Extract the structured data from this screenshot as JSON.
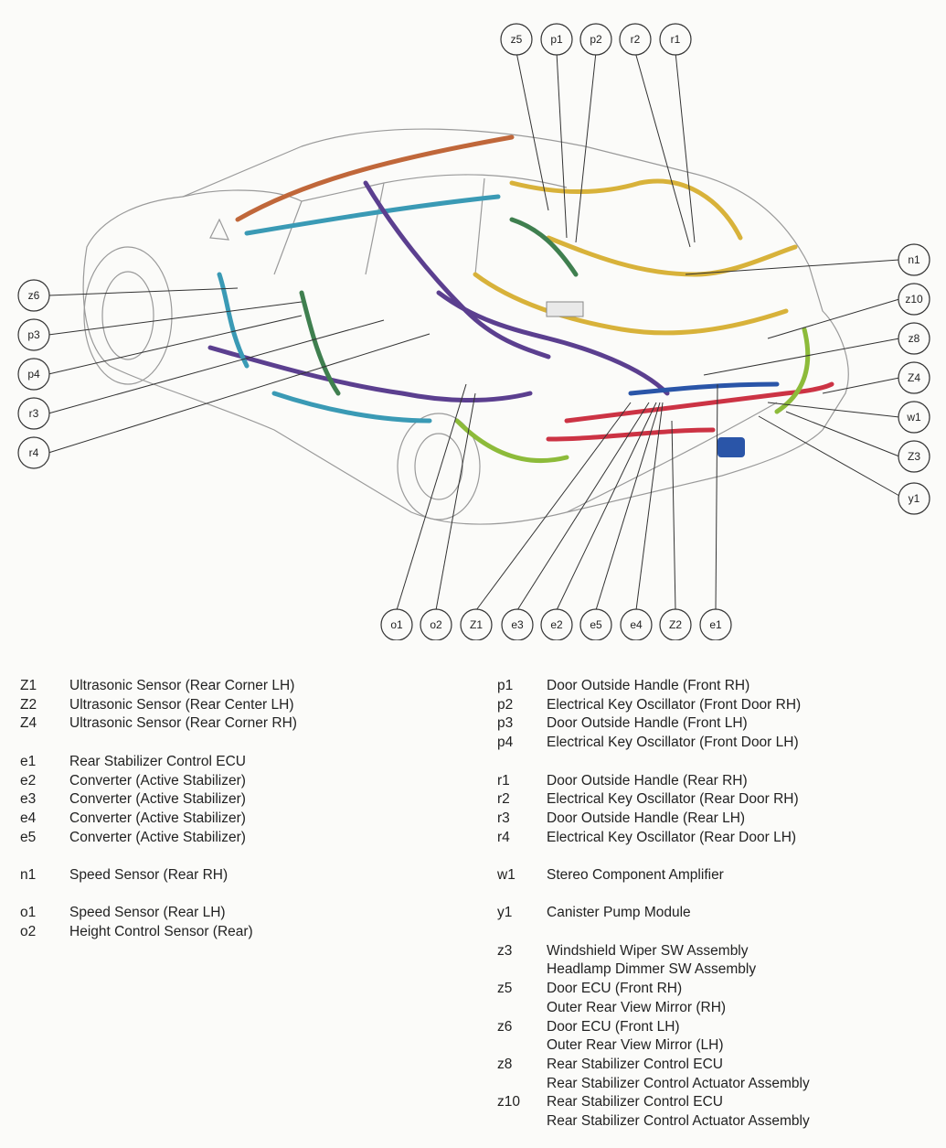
{
  "callouts": {
    "z5": "z5",
    "p1": "p1",
    "p2": "p2",
    "r2": "r2",
    "r1": "r1",
    "z6": "z6",
    "p3": "p3",
    "p4": "p4",
    "r3": "r3",
    "r4": "r4",
    "n1": "n1",
    "z10": "z10",
    "z8": "z8",
    "Z4": "Z4",
    "w1": "w1",
    "Z3": "Z3",
    "y1": "y1",
    "o1": "o1",
    "o2": "o2",
    "Z1": "Z1",
    "e3": "e3",
    "e2": "e2",
    "e5": "e5",
    "e4": "e4",
    "Z2": "Z2",
    "e1": "e1"
  },
  "legend_left": [
    {
      "code": "Z1",
      "label": "Ultrasonic Sensor (Rear Corner LH)"
    },
    {
      "code": "Z2",
      "label": "Ultrasonic Sensor (Rear Center LH)"
    },
    {
      "code": "Z4",
      "label": "Ultrasonic Sensor (Rear Corner RH)"
    },
    {
      "code": "",
      "label": ""
    },
    {
      "code": "e1",
      "label": "Rear Stabilizer Control ECU"
    },
    {
      "code": "e2",
      "label": "Converter (Active Stabilizer)"
    },
    {
      "code": "e3",
      "label": "Converter (Active Stabilizer)"
    },
    {
      "code": "e4",
      "label": "Converter (Active Stabilizer)"
    },
    {
      "code": "e5",
      "label": "Converter (Active Stabilizer)"
    },
    {
      "code": "",
      "label": ""
    },
    {
      "code": "n1",
      "label": "Speed Sensor (Rear RH)"
    },
    {
      "code": "",
      "label": ""
    },
    {
      "code": "o1",
      "label": "Speed Sensor (Rear LH)"
    },
    {
      "code": "o2",
      "label": "Height Control Sensor (Rear)"
    }
  ],
  "legend_right": [
    {
      "code": "p1",
      "label": "Door Outside Handle (Front RH)"
    },
    {
      "code": "p2",
      "label": "Electrical Key Oscillator (Front Door RH)"
    },
    {
      "code": "p3",
      "label": "Door Outside Handle (Front LH)"
    },
    {
      "code": "p4",
      "label": "Electrical Key Oscillator (Front Door LH)"
    },
    {
      "code": "",
      "label": ""
    },
    {
      "code": "r1",
      "label": "Door Outside Handle (Rear RH)"
    },
    {
      "code": "r2",
      "label": "Electrical Key Oscillator (Rear Door RH)"
    },
    {
      "code": "r3",
      "label": "Door Outside Handle (Rear LH)"
    },
    {
      "code": "r4",
      "label": "Electrical Key Oscillator (Rear Door LH)"
    },
    {
      "code": "",
      "label": ""
    },
    {
      "code": "w1",
      "label": "Stereo Component Amplifier"
    },
    {
      "code": "",
      "label": ""
    },
    {
      "code": "y1",
      "label": "Canister Pump Module"
    },
    {
      "code": "",
      "label": ""
    },
    {
      "code": "z3",
      "label": "Windshield Wiper SW Assembly"
    },
    {
      "code": "",
      "label": "Headlamp Dimmer SW Assembly"
    },
    {
      "code": "z5",
      "label": "Door ECU (Front RH)"
    },
    {
      "code": "",
      "label": "Outer Rear View Mirror (RH)"
    },
    {
      "code": "z6",
      "label": "Door ECU (Front LH)"
    },
    {
      "code": "",
      "label": "Outer Rear View Mirror (LH)"
    },
    {
      "code": "z8",
      "label": "Rear Stabilizer Control ECU"
    },
    {
      "code": "",
      "label": "Rear Stabilizer Control Actuator Assembly"
    },
    {
      "code": "z10",
      "label": "Rear Stabilizer Control ECU"
    },
    {
      "code": "",
      "label": "Rear Stabilizer Control Actuator Assembly"
    }
  ],
  "colors": {
    "purple": "#5b3f8f",
    "yellow": "#d8b23a",
    "teal": "#3a9ab5",
    "orange": "#c0673a",
    "green": "#3f7f4f",
    "red": "#cc3344",
    "blue": "#2a55a8",
    "lime": "#8dbb3a"
  }
}
